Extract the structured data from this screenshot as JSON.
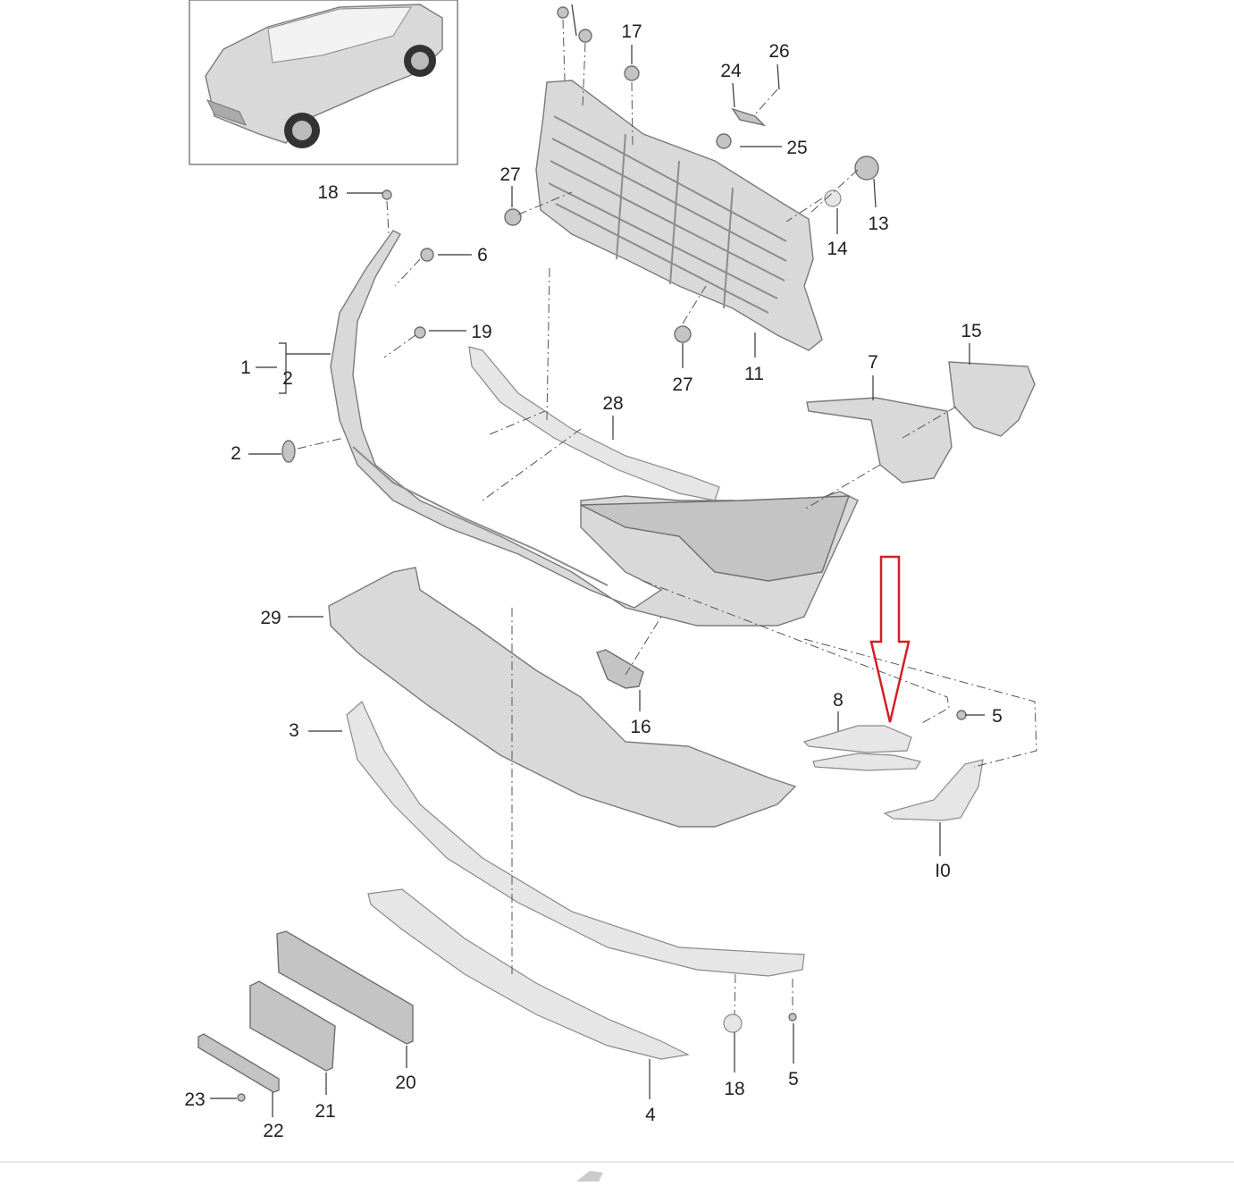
{
  "diagram": {
    "inset_thumbnail": "car-thumbnail",
    "highlight_arrow_color": "#d21f26",
    "callouts": [
      {
        "id": "c1",
        "text": "1"
      },
      {
        "id": "c2a",
        "text": "2"
      },
      {
        "id": "c2b",
        "text": "2"
      },
      {
        "id": "c3",
        "text": "3"
      },
      {
        "id": "c4",
        "text": "4"
      },
      {
        "id": "c5a",
        "text": "5"
      },
      {
        "id": "c5b",
        "text": "5"
      },
      {
        "id": "c6",
        "text": "6"
      },
      {
        "id": "c7",
        "text": "7"
      },
      {
        "id": "c8",
        "text": "8"
      },
      {
        "id": "c10",
        "text": "I0"
      },
      {
        "id": "c11",
        "text": "11"
      },
      {
        "id": "c13",
        "text": "13"
      },
      {
        "id": "c14",
        "text": "14"
      },
      {
        "id": "c15",
        "text": "15"
      },
      {
        "id": "c16",
        "text": "16"
      },
      {
        "id": "c17",
        "text": "17"
      },
      {
        "id": "c18a",
        "text": "18"
      },
      {
        "id": "c18b",
        "text": "18"
      },
      {
        "id": "c19",
        "text": "19"
      },
      {
        "id": "c20",
        "text": "20"
      },
      {
        "id": "c21",
        "text": "21"
      },
      {
        "id": "c22",
        "text": "22"
      },
      {
        "id": "c23",
        "text": "23"
      },
      {
        "id": "c24",
        "text": "24"
      },
      {
        "id": "c25",
        "text": "25"
      },
      {
        "id": "c26",
        "text": "26"
      },
      {
        "id": "c27a",
        "text": "27"
      },
      {
        "id": "c27b",
        "text": "27"
      },
      {
        "id": "c28",
        "text": "28"
      },
      {
        "id": "c29",
        "text": "29"
      }
    ]
  }
}
